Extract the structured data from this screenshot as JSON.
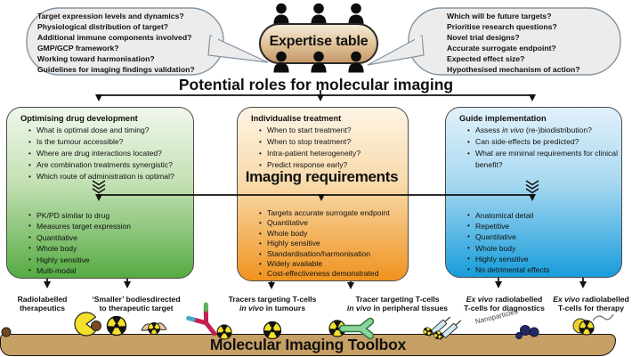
{
  "bubbles": {
    "left": {
      "lines": [
        "Target expression levels and dynamics?",
        "Physiological distribution of target?",
        "Additional immune components involved?",
        "GMP/GCP framework?",
        "Working toward harmonisation?",
        "Guidelines for imaging findings validation?"
      ]
    },
    "right": {
      "lines": [
        "Which will be future targets?",
        "Prioritise research questions?",
        "Novel trial designs?",
        "Accurate surrogate endpoint?",
        "Expected effect size?",
        "Hypothesised mechanism of action?"
      ]
    }
  },
  "expertise_table": {
    "label": "Expertise table"
  },
  "headings": {
    "potential_roles": "Potential roles for molecular imaging",
    "imaging_requirements": "Imaging requirements",
    "toolbox": "Molecular Imaging Toolbox"
  },
  "panels": [
    {
      "id": "optimising-drug-development",
      "title": "Optimising drug development",
      "questions": [
        "What is optimal dose and timing?",
        "Is the tumour accessible?",
        "Where are drug interactions located?",
        "Are combination treatments synergistic?",
        "Which route of administration is optimal?"
      ],
      "requirements": [
        "PK/PD similar to drug",
        "Measures target expression",
        "Quantitative",
        "Whole body",
        "Highly sensitive",
        "Multi-modal"
      ]
    },
    {
      "id": "individualise-treatment",
      "title": "Individualise treatment",
      "questions": [
        "When to start treatment?",
        "When to stop treatment?",
        "Intra-patient heterogeneity?",
        "Predict response early?"
      ],
      "requirements": [
        "Targets accurate surrogate endpoint",
        "Quantitative",
        "Whole body",
        "Highly sensitive",
        "Standardisation/harmonisation",
        "Widely available",
        "Cost-effectiveness demonstrated"
      ]
    },
    {
      "id": "guide-implementation",
      "title": "Guide implementation",
      "questions": [
        "Assess *in vivo* (re-)biodistribution?",
        "Can side-effects be predicted?",
        "What are minimal requirements for clinical benefit?"
      ],
      "requirements": [
        "Anatomical detail",
        "Repetitive",
        "Quantitative",
        "Whole body",
        "Highly sensitive",
        "No detrimental effects"
      ]
    }
  ],
  "toolbox_items": [
    {
      "lines": [
        "Radiolabelled",
        "therapeutics"
      ]
    },
    {
      "lines": [
        "‘Smaller’ bodiesdirected",
        "to therapeutic target"
      ]
    },
    {
      "lines": [
        "Tracers targeting T-cells",
        "*in vivo* in tumours"
      ]
    },
    {
      "lines": [
        "Tracer targeting T-cells",
        "*in vivo* in peripheral tissues"
      ]
    },
    {
      "lines": [
        "*Ex vivo* radiolabelled",
        "T-cells for diagnostics"
      ]
    },
    {
      "lines": [
        "*Ex vivo* radiolabelled",
        "T-cells for therapy"
      ]
    }
  ],
  "annotations": {
    "nanoparticles": "Nanoparticles"
  },
  "colors": {
    "panel_green": "#55ab42",
    "panel_orange": "#f0931f",
    "panel_blue": "#189ddb",
    "table_tan": "#cfa36d",
    "band_tan": "#c7a065",
    "trefoil_yellow": "#f5e02b",
    "antibody_red": "#c51f52",
    "tracer_green": "#8bd49b",
    "nanoparticle_navy": "#232a63"
  }
}
